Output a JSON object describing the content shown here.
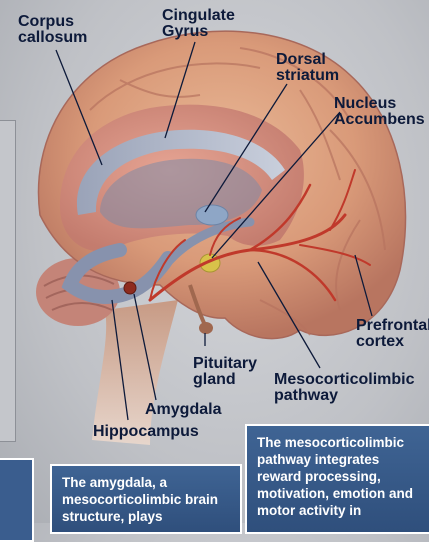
{
  "labels": {
    "corpus_callosum": "Corpus\ncallosum",
    "cingulate_gyrus": "Cingulate\nGyrus",
    "dorsal_striatum": "Dorsal\nstriatum",
    "nucleus_accumbens": "Nucleus\nAccumbens",
    "prefrontal_cortex": "Prefrontal\ncortex",
    "pituitary_gland": "Pituitary\ngland",
    "mesocorticolimbic_pathway": "Mesocorticolimbic\npathway",
    "amygdala": "Amygdala",
    "hippocampus": "Hippocampus"
  },
  "captions": {
    "amygdala_caption": "The amygdala, a mesocorticolimbic brain structure, plays",
    "pathway_caption": "The mesocorticolimbic pathway integrates reward processing, motivation, emotion and motor activity in"
  }
}
